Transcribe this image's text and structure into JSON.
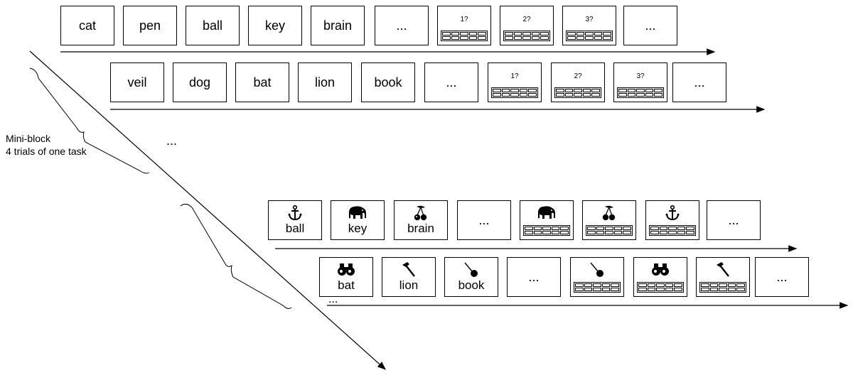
{
  "annotation": {
    "line1": "Mini-block",
    "line2": "4 trials of one task"
  },
  "between_ellipsis": "...",
  "trailing_ellipsis": "...",
  "rows": [
    {
      "words": [
        "cat",
        "pen",
        "ball",
        "key",
        "brain"
      ],
      "ellipsis": "...",
      "questions": [
        "1?",
        "2?",
        "3?"
      ],
      "end": "..."
    },
    {
      "words": [
        "veil",
        "dog",
        "bat",
        "lion",
        "book"
      ],
      "ellipsis": "...",
      "questions": [
        "1?",
        "2?",
        "3?"
      ],
      "end": "..."
    },
    {
      "pairs": [
        {
          "icon": "anchor-icon",
          "word": "ball"
        },
        {
          "icon": "elephant-icon",
          "word": "key"
        },
        {
          "icon": "cherries-icon",
          "word": "brain"
        }
      ],
      "ellipsis": "...",
      "probes": [
        "elephant-icon",
        "cherries-icon",
        "anchor-icon"
      ],
      "end": "..."
    },
    {
      "pairs": [
        {
          "icon": "binoculars-icon",
          "word": "bat"
        },
        {
          "icon": "hammer-icon",
          "word": "lion"
        },
        {
          "icon": "racket-icon",
          "word": "book"
        }
      ],
      "ellipsis": "...",
      "probes": [
        "racket-icon",
        "binoculars-icon",
        "hammer-icon"
      ],
      "end": "..."
    }
  ]
}
